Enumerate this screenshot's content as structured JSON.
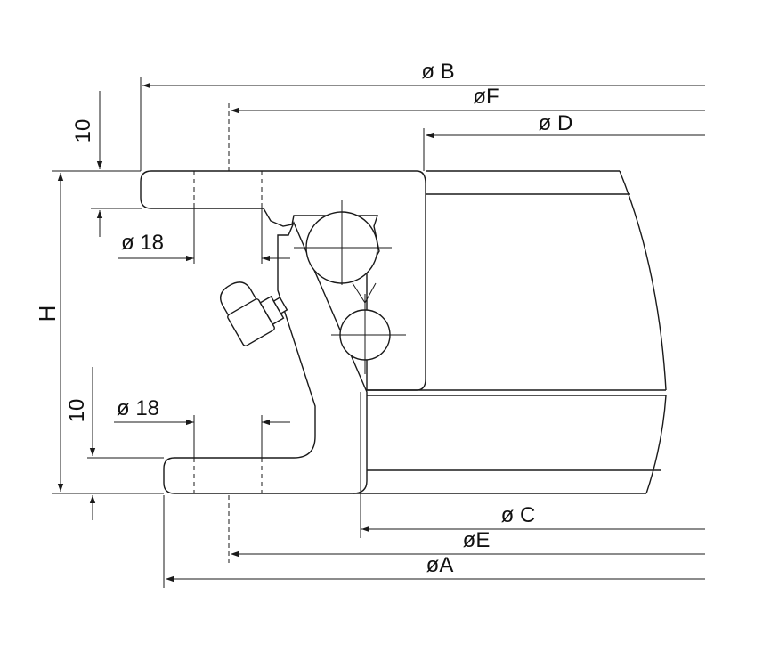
{
  "dimensions": {
    "dia_B": "ø B",
    "dia_F": "øF",
    "dia_D": "ø D",
    "dia_C": "ø C",
    "dia_E": "øE",
    "dia_A": "øA",
    "hole_top": "ø 18",
    "hole_bottom": "ø 18",
    "offset_top": "10",
    "offset_bottom": "10",
    "height": "H"
  },
  "colors": {
    "line": "#1a1a1a",
    "background": "#ffffff"
  }
}
